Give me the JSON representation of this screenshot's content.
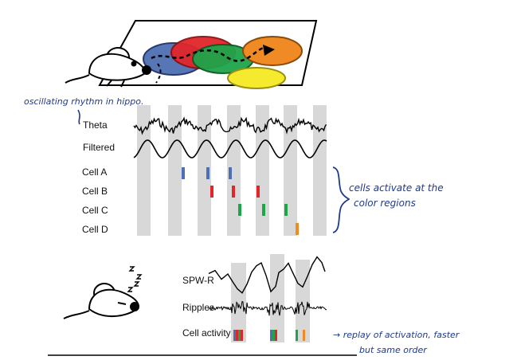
{
  "annotations": {
    "oscillating": "oscillating rhythm in hippo.",
    "cells_activate_1": "cells activate at the",
    "cells_activate_2": "color regions",
    "replay_1": "→ replay of activation, faster",
    "replay_2": "but same order"
  },
  "theta_panel": {
    "trace_labels": {
      "theta": "Theta",
      "filtered": "Filtered"
    },
    "cells": [
      {
        "label": "Cell A",
        "color": "#4f6fb3"
      },
      {
        "label": "Cell B",
        "color": "#e0262b"
      },
      {
        "label": "Cell C",
        "color": "#1fa44a"
      },
      {
        "label": "Cell D",
        "color": "#f08a24"
      }
    ]
  },
  "sleep_panel": {
    "trace_labels": {
      "spwr": "SPW-R",
      "ripples": "Ripples",
      "cell_activity": "Cell activity"
    }
  },
  "arena": {
    "place_field_colors": [
      "#4f6fb3",
      "#e0262b",
      "#1fa44a",
      "#f08a24",
      "#f6ea2f"
    ]
  }
}
